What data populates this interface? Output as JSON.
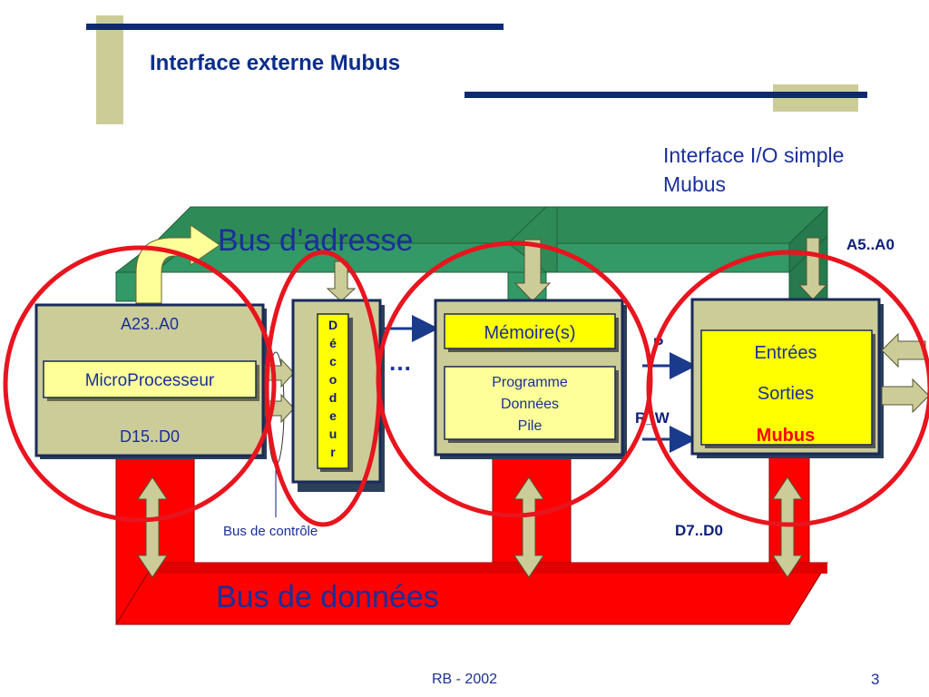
{
  "slide": {
    "title": "Interface externe Mubus",
    "subtitle_line1": "Interface I/O simple",
    "subtitle_line2": "Mubus",
    "footer": "RB - 2002",
    "page_number": "3"
  },
  "buses": {
    "address": "Bus d’adresse",
    "data": "Bus de données",
    "control": "Bus de contrôle",
    "address_lines": "A5..A0",
    "data_lines": "D7..D0"
  },
  "cpu": {
    "address_label": "A23..A0",
    "name": "MicroProcesseur",
    "data_label": "D15..D0"
  },
  "decoder": {
    "letters": [
      "D",
      "é",
      "c",
      "o",
      "d",
      "e",
      "u",
      "r"
    ]
  },
  "memory": {
    "title": "Mémoire(s)",
    "line1": "Programme",
    "line2": "Données",
    "line3": "Pile",
    "ellipsis": "…"
  },
  "signals": {
    "p": "P",
    "rw": "R_W"
  },
  "io": {
    "line1": "Entrées",
    "line2": "Sorties",
    "line3": "Mubus"
  },
  "colors": {
    "title_blue": "#0a2d8c",
    "bus_green": "#339966",
    "bus_red": "#ff0000",
    "box_tan": "#cccc99",
    "box_yellow": "#ffff99",
    "io_yellow": "#ffff00",
    "circle_red": "#e8141e",
    "decor_navy": "#0f2a6e",
    "decor_olive": "#cccc99"
  }
}
